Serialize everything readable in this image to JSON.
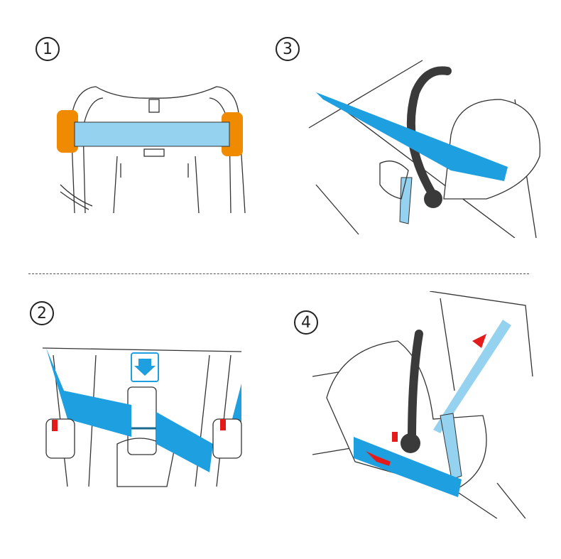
{
  "steps": [
    {
      "number": "1"
    },
    {
      "number": "2"
    },
    {
      "number": "3"
    },
    {
      "number": "4"
    }
  ],
  "colors": {
    "strap_blue": "#1e9fe0",
    "light_blue": "#95d2ef",
    "orange": "#f08a00",
    "red": "#e31b1b",
    "handle": "#3a3a3a"
  }
}
